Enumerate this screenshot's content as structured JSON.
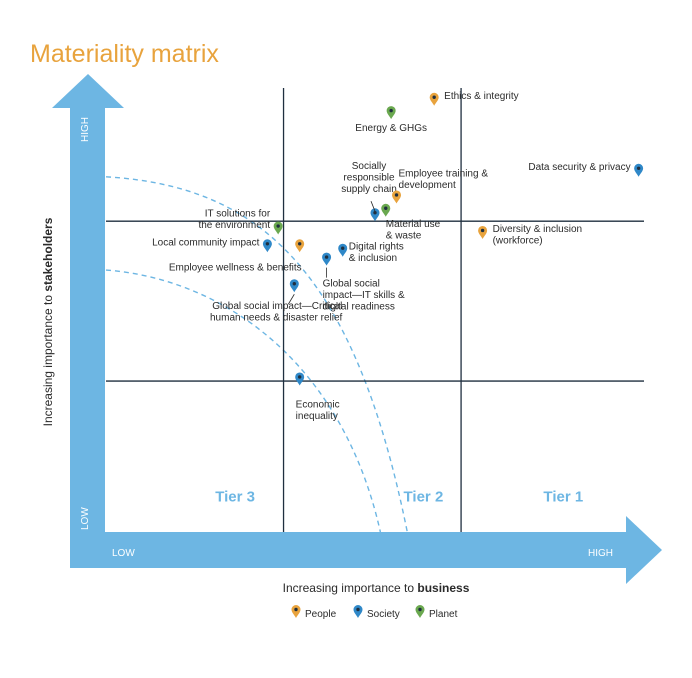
{
  "chart_data": {
    "type": "scatter",
    "title": "Materiality matrix",
    "xlabel_prefix": "Increasing importance to ",
    "xlabel_bold": "business",
    "ylabel_prefix": "Increasing importance to ",
    "ylabel_bold": "stakeholders",
    "x_low": "LOW",
    "x_high": "HIGH",
    "y_low": "LOW",
    "y_high": "HIGH",
    "xlim": [
      0,
      100
    ],
    "ylim": [
      0,
      100
    ],
    "grid": true,
    "x_dividers": [
      33,
      66
    ],
    "y_dividers": [
      34,
      70
    ],
    "tiers": [
      {
        "label": "Tier 3",
        "x": 24,
        "y": 8
      },
      {
        "label": "Tier 2",
        "x": 59,
        "y": 8
      },
      {
        "label": "Tier 1",
        "x": 85,
        "y": 8
      }
    ],
    "categories": [
      {
        "name": "People",
        "color": "#e8a33d"
      },
      {
        "name": "Society",
        "color": "#2f88c8"
      },
      {
        "name": "Planet",
        "color": "#6aa84f"
      }
    ],
    "points": [
      {
        "label": "Ethics & integrity",
        "x": 61,
        "y": 96,
        "category": "People"
      },
      {
        "label": "Energy & GHGs",
        "x": 53,
        "y": 93,
        "category": "Planet"
      },
      {
        "label": "Data security & privacy",
        "x": 99,
        "y": 80,
        "category": "Society"
      },
      {
        "label": "Socially responsible supply chain",
        "x": 50,
        "y": 70,
        "category": "Society"
      },
      {
        "label": "Employee training & development",
        "x": 54,
        "y": 74,
        "category": "People"
      },
      {
        "label": "Material use & waste",
        "x": 52,
        "y": 71,
        "category": "Planet"
      },
      {
        "label": "Diversity & inclusion (workforce)",
        "x": 70,
        "y": 66,
        "category": "People"
      },
      {
        "label": "IT solutions for the environment",
        "x": 32,
        "y": 67,
        "category": "Planet"
      },
      {
        "label": "Local community impact",
        "x": 30,
        "y": 63,
        "category": "Society"
      },
      {
        "label": "Employee wellness & benefits",
        "x": 36,
        "y": 63,
        "category": "People"
      },
      {
        "label": "Digital rights & inclusion",
        "x": 44,
        "y": 62,
        "category": "Society"
      },
      {
        "label": "Global social impact—IT skills & digital readiness",
        "x": 41,
        "y": 60,
        "category": "Society"
      },
      {
        "label": "Global social impact—Critical human needs & disaster relief",
        "x": 35,
        "y": 54,
        "category": "Society"
      },
      {
        "label": "Economic inequality",
        "x": 36,
        "y": 33,
        "category": "Society"
      }
    ]
  },
  "colors": {
    "title": "#e8a33d",
    "arrow": "#6db6e3",
    "grid": "#1f2f3f",
    "tier": "#6db6e3",
    "curve": "#6db6e3"
  }
}
